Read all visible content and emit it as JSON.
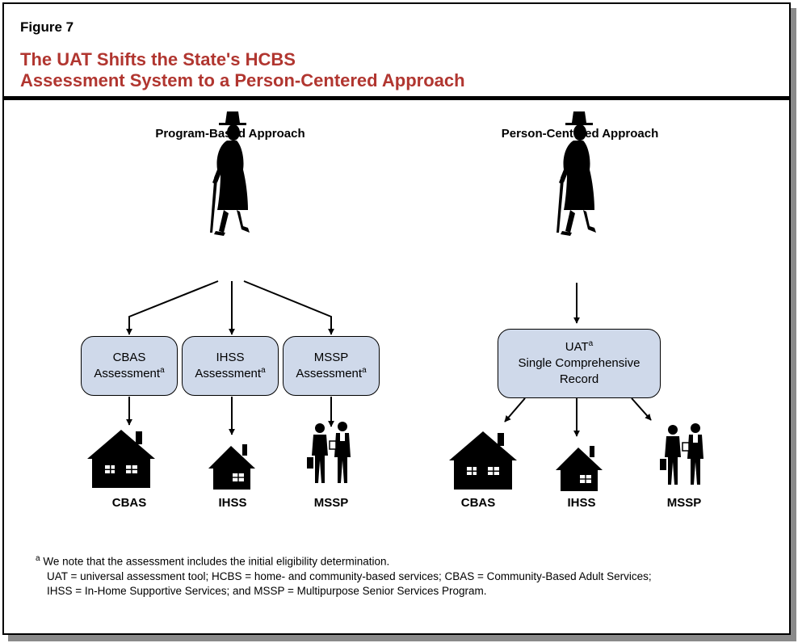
{
  "figure_label": "Figure 7",
  "title": {
    "line1": "The UAT Shifts the State's HCBS",
    "line2": "Assessment System to a Person-Centered Approach"
  },
  "left": {
    "heading": "Program-Based Approach",
    "boxes": [
      {
        "line1": "CBAS",
        "line2": "Assessment",
        "sup": "a"
      },
      {
        "line1": "IHSS",
        "line2": "Assessment",
        "sup": "a"
      },
      {
        "line1": "MSSP",
        "line2": "Assessment",
        "sup": "a"
      }
    ],
    "outcomes": [
      "CBAS",
      "IHSS",
      "MSSP"
    ]
  },
  "right": {
    "heading": "Person-Centered Approach",
    "box": {
      "line1": "UAT",
      "sup": "a",
      "line2": "Single Comprehensive",
      "line3": "Record"
    },
    "outcomes": [
      "CBAS",
      "IHSS",
      "MSSP"
    ]
  },
  "notes": {
    "marker": "a",
    "line1": "We note that the assessment includes the initial eligibility determination.",
    "line2": "UAT = universal assessment tool; HCBS = home- and community-based services; CBAS = Community-Based Adult Services;",
    "line3": "IHSS = In-Home Supportive Services; and MSSP = Multipurpose Senior Services Program."
  },
  "colors": {
    "title": "#b13630",
    "box_fill": "#cfd9ea",
    "figure_ink": "#000000"
  },
  "icons": [
    "elderly-person-with-cane-icon",
    "large-house-icon",
    "small-house-icon",
    "two-professionals-icon"
  ]
}
